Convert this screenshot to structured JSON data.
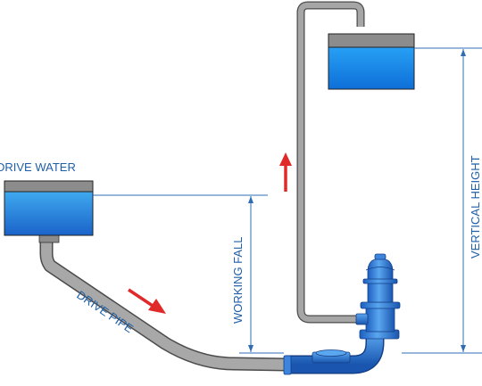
{
  "labels": {
    "drive_water": "DRIVE WATER",
    "drive_pipe": "DRIVE PIPE",
    "working_fall": "WORKING FALL",
    "vertical_height": "VERTICAL HEIGHT"
  },
  "colors": {
    "water": "#1a63c9",
    "water_light": "#33a7ef",
    "tank_top": "#8c8c8c",
    "pipe": "#9b9b9b",
    "pump": "#2c76d6",
    "arrow": "#e02a2a",
    "dimension": "#2e6db4",
    "text": "#1f5fa8"
  },
  "icons": {
    "flow_arrow_down": "arrow-down-right",
    "flow_arrow_up": "arrow-up"
  }
}
